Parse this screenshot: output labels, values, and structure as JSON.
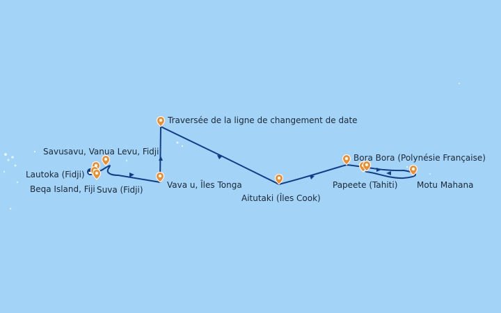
{
  "map": {
    "colors": {
      "sea": "#a3d4f7",
      "route": "#0f3d8a",
      "marker": "#f28c28",
      "marker_inner": "#ffffff",
      "start_marker": "#0f3d8a"
    },
    "ports": [
      {
        "id": "traversee",
        "label": "Traversée de la ligne de changement de date"
      },
      {
        "id": "savusavu",
        "label": "Savusavu, Vanua Levu, Fidji"
      },
      {
        "id": "lautoka",
        "label": "Lautoka (Fidji)"
      },
      {
        "id": "beqa",
        "label": "Beqa Island, Fiji"
      },
      {
        "id": "suva",
        "label": "Suva (Fidji)"
      },
      {
        "id": "vavau",
        "label": "Vava u, Îles Tonga"
      },
      {
        "id": "aitutaki",
        "label": "Aitutaki (Îles Cook)"
      },
      {
        "id": "borabora",
        "label": "Bora Bora (Polynésie Française)"
      },
      {
        "id": "papeete",
        "label": "Papeete (Tahiti)"
      },
      {
        "id": "motumahana",
        "label": "Motu Mahana"
      }
    ]
  }
}
